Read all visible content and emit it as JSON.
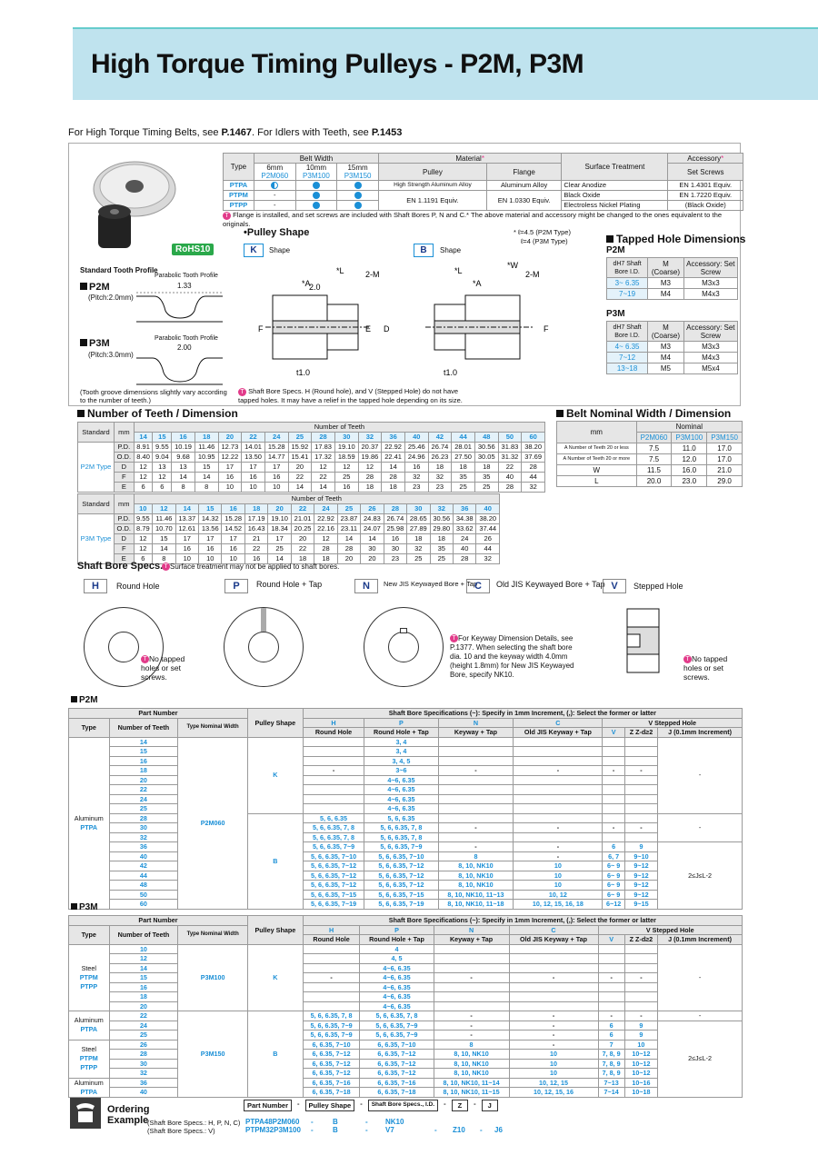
{
  "title": "High Torque Timing Pulleys - P2M, P3M",
  "intro": {
    "text1": "For High Torque Timing Belts, see ",
    "ref1": "P.1467",
    "text2": ". For Idlers with Teeth, see ",
    "ref2": "P.1453"
  },
  "rohs": "RoHS10",
  "spec_table": {
    "type": "Type",
    "belt_width": "Belt Width",
    "widths": [
      "6mm",
      "10mm",
      "15mm"
    ],
    "codes": [
      "P2M060",
      "P3M100",
      "P3M150"
    ],
    "material": "Material",
    "pulley": "Pulley",
    "flange": "Flange",
    "surface": "Surface Treatment",
    "accessory": "Accessory",
    "set_screws": "Set Screws",
    "rows": [
      {
        "type": "PTPA",
        "w6": "half",
        "w10": "full",
        "w15": "full",
        "pulley": "High Strength Aluminum Alloy",
        "flange": "Aluminum Alloy",
        "surface": "Clear Anodize",
        "acc": "EN 1.4301 Equiv."
      },
      {
        "type": "PTPM",
        "w6": "-",
        "w10": "full",
        "w15": "full",
        "pulley": "EN 1.1191 Equiv.",
        "flange": "EN 1.0330 Equiv.",
        "surface": "Black Oxide",
        "acc": "EN 1.7220 Equiv."
      },
      {
        "type": "PTPP",
        "w6": "-",
        "w10": "full",
        "w15": "full",
        "pulley": "",
        "flange": "",
        "surface": "Electroless Nickel Plating",
        "acc": "(Black Oxide)"
      }
    ],
    "note": "Flange is installed, and set screws are included with Shaft Bores P, N and C.* The above material and accessory might be changed to the ones equivalent to the originals."
  },
  "tooth_profile": {
    "title": "Standard Tooth Profile",
    "p2m": "P2M",
    "p2m_pitch": "(Pitch:2.0mm)",
    "p3m": "P3M",
    "p3m_pitch": "(Pitch:3.0mm)",
    "profile": "Parabolic Tooth Profile",
    "p2m_dim": "1.33",
    "p3m_dim": "2.00",
    "note": "(Tooth groove dimensions slightly vary according to the number of teeth.)"
  },
  "pulley_shape": {
    "title": "•Pulley Shape",
    "k": "K",
    "b": "B",
    "shape": "Shape",
    "ell_note1": "* ℓ=4.5 (P2M Type)",
    "ell_note2": "ℓ=4 (P3M Type)",
    "bore_note": "Shaft Bore Specs. H (Round hole), and V (Stepped Hole) do not have tapped holes. It may have a relief in the tapped hole depending on its size."
  },
  "tapped": {
    "title": "Tapped Hole Dimensions",
    "p2m": "P2M",
    "p3m": "P3M",
    "h1": "dH7 Shaft Bore I.D.",
    "h2": "M (Coarse)",
    "h3": "Accessory: Set Screw",
    "p2m_rows": [
      [
        "3~ 6.35",
        "M3",
        "M3x3"
      ],
      [
        "7~19",
        "M4",
        "M4x3"
      ]
    ],
    "p3m_rows": [
      [
        "4~ 6.35",
        "M3",
        "M3x3"
      ],
      [
        "7~12",
        "M4",
        "M4x3"
      ],
      [
        "13~18",
        "M5",
        "M5x4"
      ]
    ]
  },
  "teeth_dim": {
    "title": "Number of Teeth / Dimension",
    "standard": "Standard",
    "mm": "mm",
    "not": "Number of Teeth",
    "p2m_type": "P2M Type",
    "p3m_type": "P3M Type",
    "p2m_teeth": [
      "14",
      "15",
      "16",
      "18",
      "20",
      "22",
      "24",
      "25",
      "28",
      "30",
      "32",
      "36",
      "40",
      "42",
      "44",
      "48",
      "50",
      "60"
    ],
    "p2m_rows": [
      {
        "k": "P.D.",
        "v": [
          "8.91",
          "9.55",
          "10.19",
          "11.46",
          "12.73",
          "14.01",
          "15.28",
          "15.92",
          "17.83",
          "19.10",
          "20.37",
          "22.92",
          "25.46",
          "26.74",
          "28.01",
          "30.56",
          "31.83",
          "38.20"
        ]
      },
      {
        "k": "O.D.",
        "v": [
          "8.40",
          "9.04",
          "9.68",
          "10.95",
          "12.22",
          "13.50",
          "14.77",
          "15.41",
          "17.32",
          "18.59",
          "19.86",
          "22.41",
          "24.96",
          "26.23",
          "27.50",
          "30.05",
          "31.32",
          "37.69"
        ]
      },
      {
        "k": "D",
        "v": [
          "12",
          "13",
          "13",
          "15",
          "17",
          "17",
          "17",
          "20",
          "12",
          "12",
          "12",
          "14",
          "16",
          "18",
          "18",
          "18",
          "22",
          "28"
        ]
      },
      {
        "k": "F",
        "v": [
          "12",
          "12",
          "14",
          "14",
          "16",
          "16",
          "16",
          "22",
          "22",
          "25",
          "28",
          "28",
          "32",
          "32",
          "35",
          "35",
          "40",
          "44"
        ]
      },
      {
        "k": "E",
        "v": [
          "6",
          "6",
          "8",
          "8",
          "10",
          "10",
          "10",
          "14",
          "14",
          "16",
          "18",
          "18",
          "23",
          "23",
          "25",
          "25",
          "28",
          "32"
        ]
      }
    ],
    "p3m_teeth": [
      "10",
      "12",
      "14",
      "15",
      "16",
      "18",
      "20",
      "22",
      "24",
      "25",
      "26",
      "28",
      "30",
      "32",
      "36",
      "40"
    ],
    "p3m_rows": [
      {
        "k": "P.D.",
        "v": [
          "9.55",
          "11.46",
          "13.37",
          "14.32",
          "15.28",
          "17.19",
          "19.10",
          "21.01",
          "22.92",
          "23.87",
          "24.83",
          "26.74",
          "28.65",
          "30.56",
          "34.38",
          "38.20"
        ]
      },
      {
        "k": "O.D.",
        "v": [
          "8.79",
          "10.70",
          "12.61",
          "13.56",
          "14.52",
          "16.43",
          "18.34",
          "20.25",
          "22.16",
          "23.11",
          "24.07",
          "25.98",
          "27.89",
          "29.80",
          "33.62",
          "37.44"
        ]
      },
      {
        "k": "D",
        "v": [
          "12",
          "15",
          "17",
          "17",
          "17",
          "21",
          "17",
          "20",
          "12",
          "14",
          "14",
          "16",
          "18",
          "18",
          "24",
          "26"
        ]
      },
      {
        "k": "F",
        "v": [
          "12",
          "14",
          "16",
          "16",
          "16",
          "22",
          "25",
          "22",
          "28",
          "28",
          "30",
          "30",
          "32",
          "35",
          "40",
          "44"
        ]
      },
      {
        "k": "E",
        "v": [
          "6",
          "8",
          "10",
          "10",
          "10",
          "16",
          "14",
          "18",
          "18",
          "20",
          "20",
          "23",
          "25",
          "25",
          "28",
          "32"
        ]
      }
    ]
  },
  "belt_width": {
    "title": "Belt Nominal Width / Dimension",
    "mm": "mm",
    "nominal": "Nominal",
    "codes": [
      "P2M060",
      "P3M100",
      "P3M150"
    ],
    "rows": [
      {
        "k": "A  Number of Teeth 20 or less",
        "v": [
          "7.5",
          "11.0",
          "17.0"
        ]
      },
      {
        "k": "A  Number of Teeth 20 or more",
        "v": [
          "7.5",
          "12.0",
          "17.0"
        ]
      },
      {
        "k": "W",
        "v": [
          "11.5",
          "16.0",
          "21.0"
        ]
      },
      {
        "k": "L",
        "v": [
          "20.0",
          "23.0",
          "29.0"
        ]
      }
    ]
  },
  "bore": {
    "title": "Shaft Bore Specs.",
    "note": "Surface treatment may not be applied to shaft bores.",
    "h": "H",
    "h_lbl": "Round Hole",
    "p": "P",
    "p_lbl": "Round Hole + Tap",
    "n": "N",
    "n_lbl": "New JIS Keywayed Bore + Tap",
    "c": "C",
    "c_lbl": "Old JIS Keywayed Bore + Tap",
    "v": "V",
    "v_lbl": "Stepped Hole",
    "no_tap": "No tapped holes or set screws.",
    "keyway_note": "For Keyway Dimension Details, see P.1377. When selecting the shaft bore dia. 10 and the keyway width 4.0mm (height 1.8mm) for New JIS Keywayed Bore, specify NK10.",
    "no_tap2": "No tapped holes or set screws."
  },
  "p2m_table": {
    "label": "P2M",
    "part_number": "Part Number",
    "type": "Type",
    "number_of_teeth": "Number of Teeth",
    "type_nom": "Type Nominal Width",
    "pulley_shape": "Pulley Shape",
    "shaft_bore": "Shaft Bore Specifications  (~): Specify in 1mm Increment, (,): Select the former or latter",
    "h": "H",
    "h2": "Round Hole",
    "p": "P",
    "p2": "Round Hole + Tap",
    "n": "N",
    "n2": "Keyway + Tap",
    "c": "C",
    "c2": "Old JIS Keyway + Tap",
    "v": "V  Stepped Hole",
    "v1": "V",
    "z": "Z  Z-d≥2",
    "j": "J (0.1mm Increment)",
    "type_name": "Aluminum",
    "type_code": "PTPA",
    "nominal": "P2M060",
    "k": "K",
    "b": "B",
    "jrange": "2≤J≤L-2",
    "rows": [
      [
        "14",
        "",
        "3, 4",
        "",
        "",
        "",
        ""
      ],
      [
        "15",
        "",
        "3, 4",
        "",
        "",
        "",
        ""
      ],
      [
        "16",
        "",
        "3, 4, 5",
        "",
        "",
        "",
        ""
      ],
      [
        "18",
        "-",
        "3~6",
        "-",
        "-",
        "-",
        "-"
      ],
      [
        "20",
        "",
        "4~6, 6.35",
        "",
        "",
        "",
        ""
      ],
      [
        "22",
        "",
        "4~6, 6.35",
        "",
        "",
        "",
        ""
      ],
      [
        "24",
        "",
        "4~6, 6.35",
        "",
        "",
        "",
        ""
      ],
      [
        "25",
        "",
        "4~6, 6.35",
        "",
        "",
        "",
        ""
      ],
      [
        "28",
        "5, 6, 6.35",
        "5, 6, 6.35",
        "",
        "",
        "",
        ""
      ],
      [
        "30",
        "5, 6, 6.35, 7, 8",
        "5, 6, 6.35, 7, 8",
        "-",
        "-",
        "-",
        "-"
      ],
      [
        "32",
        "5, 6, 6.35, 7, 8",
        "5, 6, 6.35, 7, 8",
        "",
        "",
        "",
        ""
      ],
      [
        "36",
        "5, 6, 6.35, 7~9",
        "5, 6, 6.35, 7~9",
        "-",
        "-",
        "6",
        "9"
      ],
      [
        "40",
        "5, 6, 6.35, 7~10",
        "5, 6, 6.35, 7~10",
        "8",
        "-",
        "6, 7",
        "9~10"
      ],
      [
        "42",
        "5, 6, 6.35, 7~12",
        "5, 6, 6.35, 7~12",
        "8, 10, NK10",
        "10",
        "6~ 9",
        "9~12"
      ],
      [
        "44",
        "5, 6, 6.35, 7~12",
        "5, 6, 6.35, 7~12",
        "8, 10, NK10",
        "10",
        "6~ 9",
        "9~12"
      ],
      [
        "48",
        "5, 6, 6.35, 7~12",
        "5, 6, 6.35, 7~12",
        "8, 10, NK10",
        "10",
        "6~ 9",
        "9~12"
      ],
      [
        "50",
        "5, 6, 6.35, 7~15",
        "5, 6, 6.35, 7~15",
        "8, 10, NK10, 11~13",
        "10, 12",
        "6~ 9",
        "9~12"
      ],
      [
        "60",
        "5, 6, 6.35, 7~19",
        "5, 6, 6.35, 7~19",
        "8, 10, NK10, 11~18",
        "10, 12, 15, 16, 18",
        "6~12",
        "9~15"
      ]
    ]
  },
  "p3m_table": {
    "label": "P3M",
    "steel": "Steel",
    "ptpm": "PTPM",
    "ptpp": "PTPP",
    "aluminum": "Aluminum",
    "ptpa": "PTPA",
    "p3m100": "P3M100",
    "p3m150": "P3M150",
    "rows": [
      [
        "10",
        "",
        "4",
        "",
        "",
        "",
        ""
      ],
      [
        "12",
        "",
        "4, 5",
        "",
        "",
        "",
        ""
      ],
      [
        "14",
        "",
        "4~6, 6.35",
        "",
        "",
        "",
        ""
      ],
      [
        "15",
        "-",
        "4~6, 6.35",
        "-",
        "-",
        "-",
        "-"
      ],
      [
        "16",
        "",
        "4~6, 6.35",
        "",
        "",
        "",
        ""
      ],
      [
        "18",
        "",
        "4~6, 6.35",
        "",
        "",
        "",
        ""
      ],
      [
        "20",
        "",
        "4~6, 6.35",
        "",
        "",
        "",
        ""
      ],
      [
        "22",
        "5, 6, 6.35, 7, 8",
        "5, 6, 6.35, 7, 8",
        "-",
        "-",
        "-",
        "-"
      ],
      [
        "24",
        "5, 6, 6.35, 7~9",
        "5, 6, 6.35, 7~9",
        "-",
        "-",
        "6",
        "9"
      ],
      [
        "25",
        "5, 6, 6.35, 7~9",
        "5, 6, 6.35, 7~9",
        "-",
        "-",
        "6",
        "9"
      ],
      [
        "26",
        "6, 6.35, 7~10",
        "6, 6.35, 7~10",
        "8",
        "-",
        "7",
        "10"
      ],
      [
        "28",
        "6, 6.35, 7~12",
        "6, 6.35, 7~12",
        "8, 10, NK10",
        "10",
        "7, 8, 9",
        "10~12"
      ],
      [
        "30",
        "6, 6.35, 7~12",
        "6, 6.35, 7~12",
        "8, 10, NK10",
        "10",
        "7, 8, 9",
        "10~12"
      ],
      [
        "32",
        "6, 6.35, 7~12",
        "6, 6.35, 7~12",
        "8, 10, NK10",
        "10",
        "7, 8, 9",
        "10~12"
      ],
      [
        "36",
        "6, 6.35, 7~16",
        "6, 6.35, 7~16",
        "8, 10, NK10, 11~14",
        "10, 12, 15",
        "7~13",
        "10~16"
      ],
      [
        "40",
        "6, 6.35, 7~18",
        "6, 6.35, 7~18",
        "8, 10, NK10, 11~15",
        "10, 12, 15, 16",
        "7~14",
        "10~18"
      ]
    ]
  },
  "ordering": {
    "label1": "Ordering",
    "label2": "Example",
    "heads": [
      "Part Number",
      "Pulley Shape",
      "Shaft Bore Specs., I.D.",
      "Z",
      "J"
    ],
    "line1_lbl": "(Shaft Bore Specs.: H, P, N, C)",
    "line1": [
      "PTPA48P2M060",
      "B",
      "NK10"
    ],
    "line2_lbl": "(Shaft Bore Specs.: V)",
    "line2": [
      "PTPM32P3M100",
      "B",
      "V7",
      "Z10",
      "J6"
    ]
  }
}
